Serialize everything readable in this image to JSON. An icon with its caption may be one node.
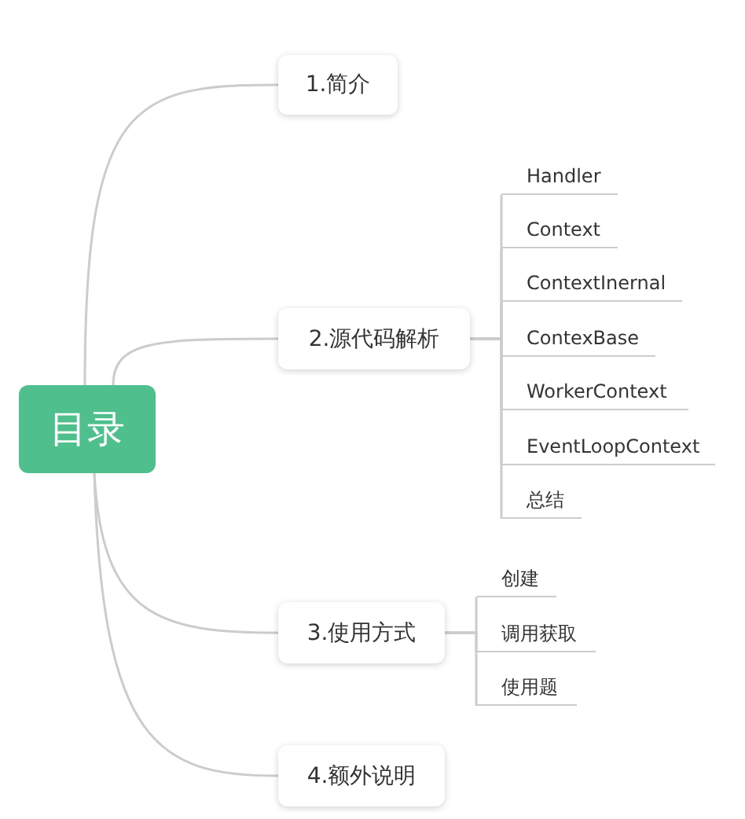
{
  "diagram": {
    "nodes": [
      {
        "text": [
          "目录"
        ]
      },
      {
        "text": [
          "1.简介"
        ]
      },
      {
        "text": [
          "2.源代码解析"
        ]
      },
      {
        "text": [
          "Handler"
        ]
      },
      {
        "text": [
          "Context"
        ]
      },
      {
        "text": [
          "ContextInernal"
        ]
      },
      {
        "text": [
          "ContexBase"
        ]
      },
      {
        "text": [
          "WorkerContext"
        ]
      },
      {
        "text": [
          "EventLoopContext"
        ]
      },
      {
        "text": [
          "总结"
        ]
      },
      {
        "text": [
          "3.使用方式"
        ]
      },
      {
        "text": [
          "创建"
        ]
      },
      {
        "text": [
          "调用获取"
        ]
      },
      {
        "text": [
          "使用题"
        ]
      },
      {
        "text": [
          "4.额外说明"
        ]
      }
    ],
    "edges": [
      {
        "from": 0,
        "to": 1,
        "arrow": "none"
      },
      {
        "from": 0,
        "to": 2,
        "arrow": "none"
      },
      {
        "from": 0,
        "to": 10,
        "arrow": "none"
      },
      {
        "from": 0,
        "to": 14,
        "arrow": "none"
      },
      {
        "from": 2,
        "to": 3,
        "arrow": "none"
      },
      {
        "from": 2,
        "to": 4,
        "arrow": "none"
      },
      {
        "from": 2,
        "to": 5,
        "arrow": "none"
      },
      {
        "from": 2,
        "to": 6,
        "arrow": "none"
      },
      {
        "from": 2,
        "to": 7,
        "arrow": "none"
      },
      {
        "from": 2,
        "to": 8,
        "arrow": "none"
      },
      {
        "from": 2,
        "to": 9,
        "arrow": "none"
      },
      {
        "from": 10,
        "to": 11,
        "arrow": "none"
      },
      {
        "from": 10,
        "to": 12,
        "arrow": "none"
      },
      {
        "from": 10,
        "to": 13,
        "arrow": "none"
      }
    ]
  }
}
